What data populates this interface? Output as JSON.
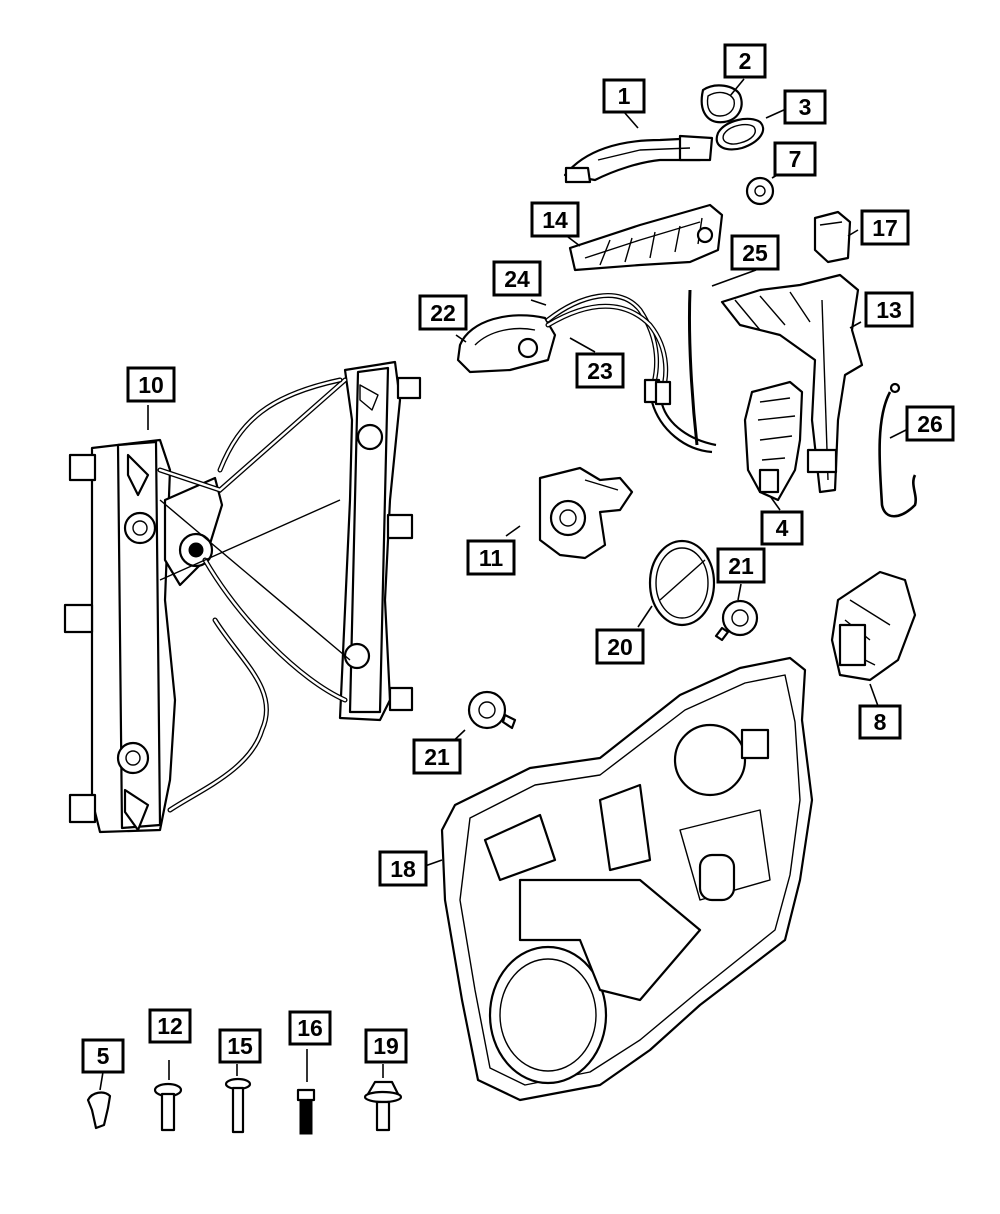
{
  "callouts": {
    "c1": "1",
    "c2": "2",
    "c3": "3",
    "c4": "4",
    "c5": "5",
    "c7": "7",
    "c8": "8",
    "c10": "10",
    "c11": "11",
    "c12": "12",
    "c13": "13",
    "c14": "14",
    "c15": "15",
    "c16": "16",
    "c17": "17",
    "c18": "18",
    "c19": "19",
    "c20": "20",
    "c21a": "21",
    "c21b": "21",
    "c22": "22",
    "c23": "23",
    "c24": "24",
    "c25": "25",
    "c26": "26"
  }
}
